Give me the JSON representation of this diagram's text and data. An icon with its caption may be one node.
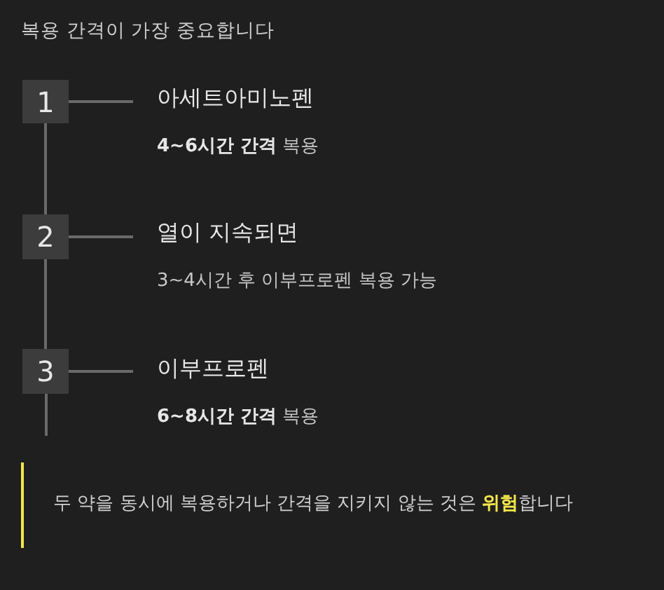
{
  "diagram": {
    "title": "복용 간격이 가장 중요합니다",
    "nodes": [
      {
        "text": [
          "1"
        ]
      },
      {
        "text": [
          "아세트아미노펜",
          "**4~6시간 간격** 복용"
        ]
      },
      {
        "text": [
          "2"
        ]
      },
      {
        "text": [
          "열이 지속되면",
          "3~4시간 후 이부프로펜 복용 가능"
        ]
      },
      {
        "text": [
          "3"
        ]
      },
      {
        "text": [
          "이부프로펜",
          "**6~8시간 간격** 복용"
        ]
      }
    ],
    "edges": [
      {
        "from": 0,
        "to": 1,
        "arrow": "none"
      },
      {
        "from": 2,
        "to": 3,
        "arrow": "none"
      },
      {
        "from": 4,
        "to": 5,
        "arrow": "none"
      },
      {
        "from": 0,
        "to": 2,
        "arrow": "none"
      },
      {
        "from": 2,
        "to": 4,
        "arrow": "none"
      }
    ],
    "labels": [
      "두 약을 동시에 복용하거나 간격을 지키지 않는 것은 **위험**합니다"
    ]
  }
}
